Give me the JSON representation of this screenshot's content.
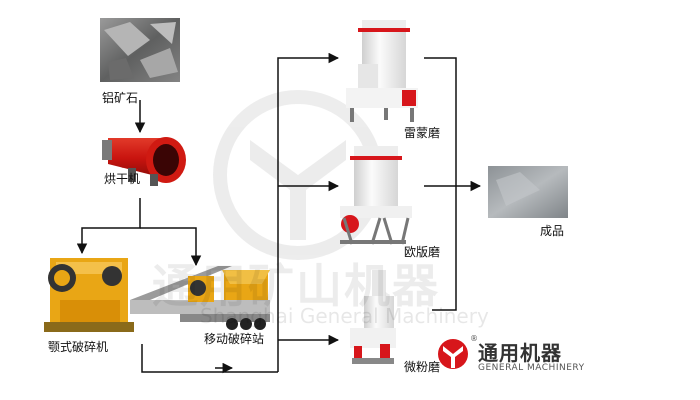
{
  "nodes": {
    "ore": "铝矿石",
    "dryer": "烘干机",
    "jaw": "颚式破碎机",
    "mobile": "移动破碎站",
    "raymond": "雷蒙磨",
    "european": "欧版磨",
    "micro": "微粉磨",
    "product": "成品"
  },
  "watermark": {
    "cn": "通用矿山机器",
    "en": "Shanghai General Machinery"
  },
  "brand": {
    "cn": "通用机器",
    "en": "GENERAL MACHINERY",
    "reg": "®"
  },
  "colors": {
    "line": "#111111",
    "brand_red": "#d7161b",
    "crusher_yellow": "#e7a417",
    "mill_white": "#f2f2f2"
  }
}
